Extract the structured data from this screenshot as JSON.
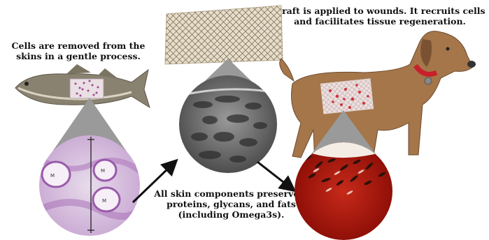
{
  "captions": {
    "fish_process": "Cells are removed from the skins in a gentle process.",
    "graft_applied": "Graft is applied to wounds. It recruits cells and facilitates tissue regeneration.",
    "components_preserved": "All skin components preserved; proteins, glycans, and fats (including Omega3s)."
  },
  "micrograph_labels": [
    "M",
    "M",
    "M"
  ],
  "colors": {
    "fish_body": "#8a8270",
    "dog_fur": "#a4764a",
    "collar": "#c8202a",
    "histology_purple": "#b98bc4",
    "tissue_red": "#a8180e",
    "sem_gray": "#6f6f6f"
  },
  "icons": [
    "fish-illustration",
    "dog-illustration",
    "graft-mesh",
    "arrow-right-down",
    "arrow-right-up"
  ]
}
